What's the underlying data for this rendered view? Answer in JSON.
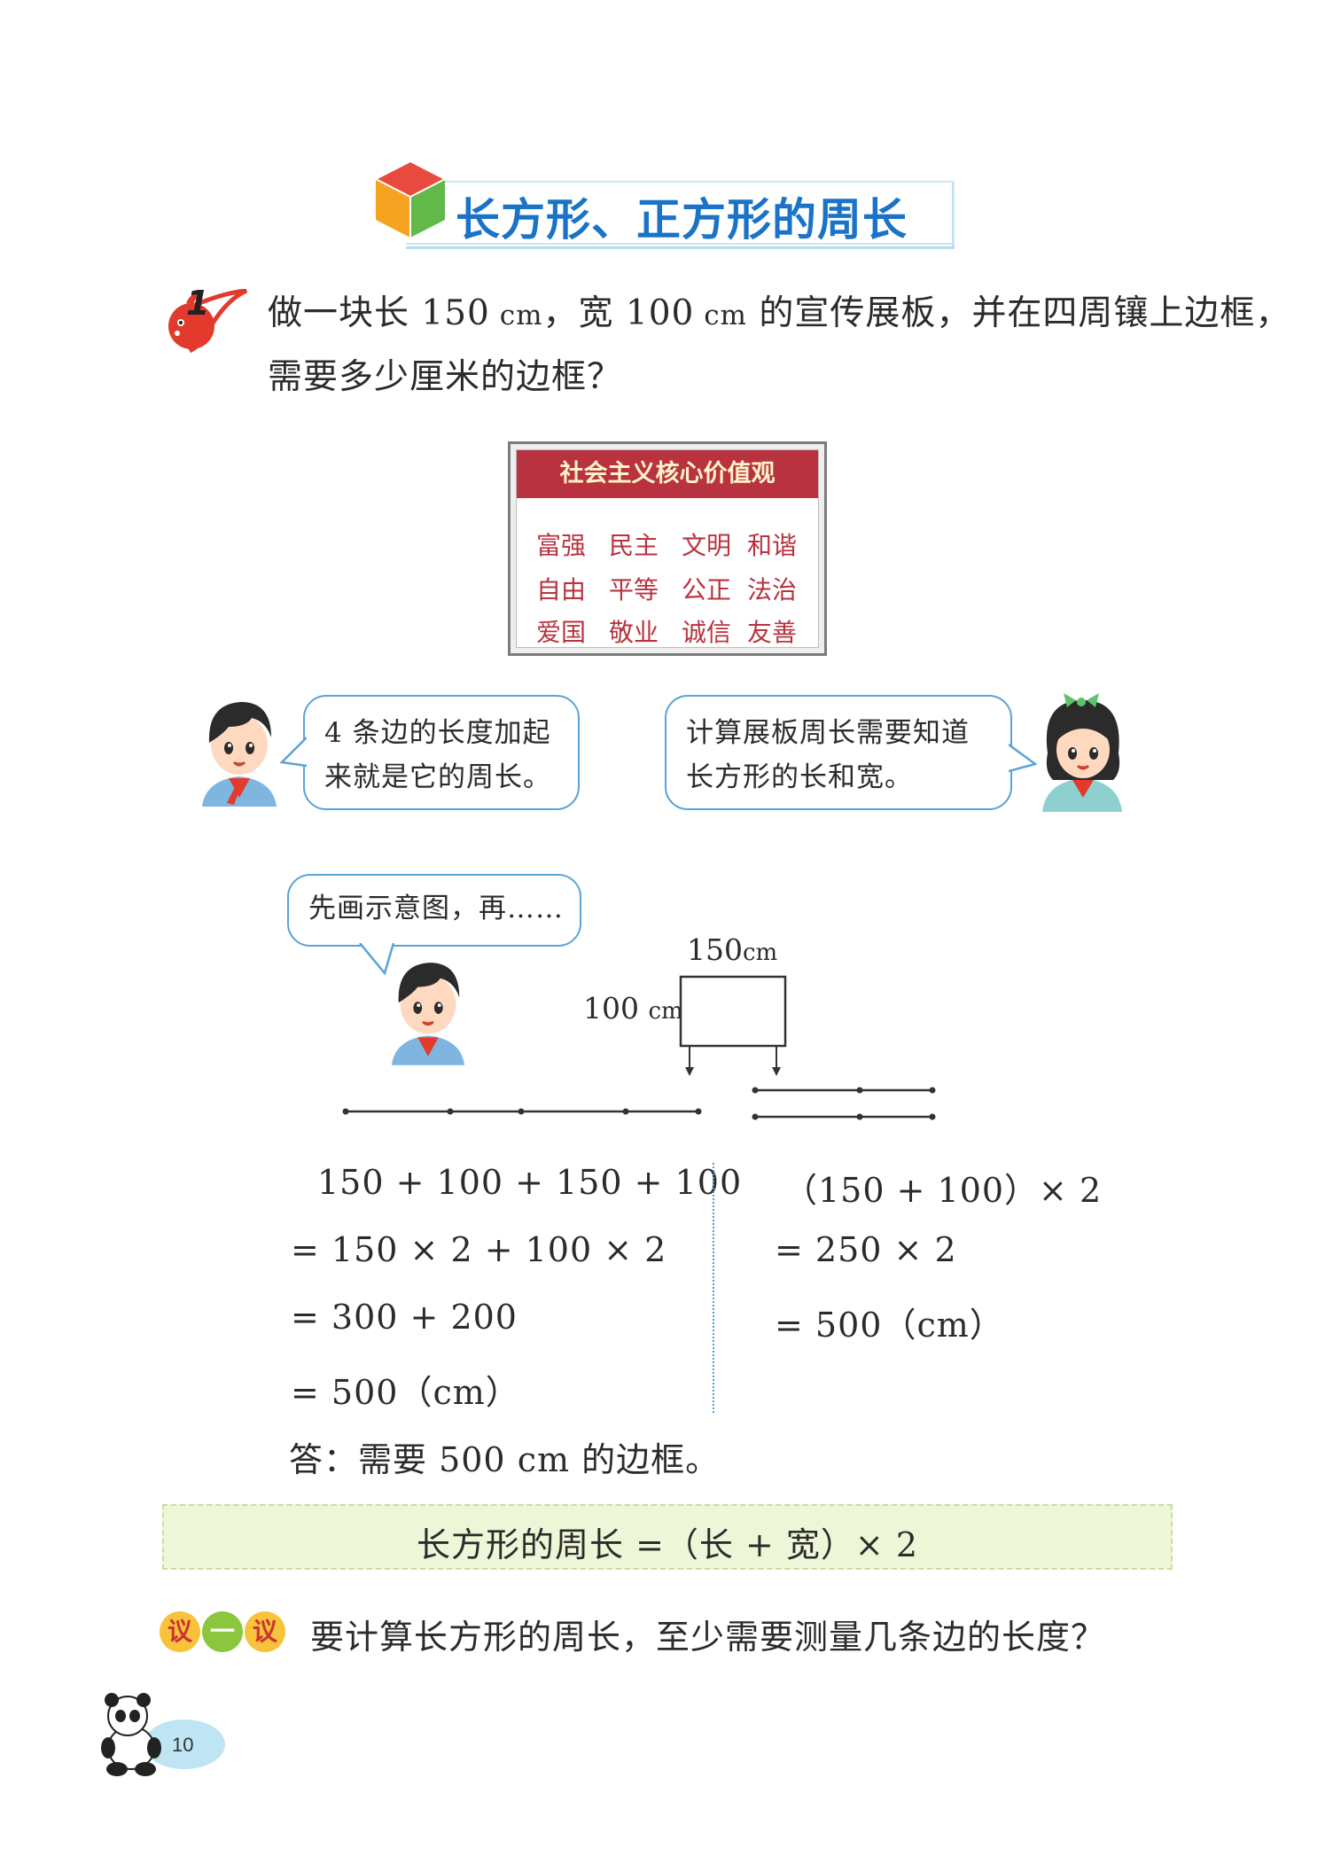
{
  "title": "长方形、正方形的周长",
  "problem": {
    "number": "1",
    "line1_parts": [
      "做一块长 ",
      "150",
      " cm",
      "，宽 ",
      "100",
      " cm",
      " 的宣传展板，并在四周镶上边框，"
    ],
    "line2": "需要多少厘米的边框？"
  },
  "board": {
    "header": "社会主义核心价值观",
    "rows": [
      [
        "富强",
        "民主",
        "文明",
        "和谐"
      ],
      [
        "自由",
        "平等",
        "公正",
        "法治"
      ],
      [
        "爱国",
        "敬业",
        "诚信",
        "友善"
      ]
    ]
  },
  "bubbles": {
    "boy_top": [
      "4 条边的长度加起",
      "来就是它的周长。"
    ],
    "girl": [
      "计算展板周长需要知道",
      "长方形的长和宽。"
    ],
    "boy_bottom": "先画示意图，再……"
  },
  "diagram": {
    "length_value": "150",
    "width_value": "100",
    "unit": "cm"
  },
  "method1": {
    "lines": [
      "150 + 100 + 150 + 100",
      "= 150 × 2 + 100 × 2",
      "= 300 + 200",
      "= 500（cm）"
    ]
  },
  "method2": {
    "lines": [
      "（150 + 100）× 2",
      "= 250 × 2",
      "= 500（cm）"
    ]
  },
  "answer": "答：需要 500 cm 的边框。",
  "formula": "长方形的周长 =（长 + 宽）× 2",
  "discuss": {
    "badge": [
      "议",
      "一",
      "议"
    ],
    "text": "要计算长方形的周长，至少需要测量几条边的长度？"
  },
  "page_number": "10",
  "colors": {
    "title_blue": "#1a73c7",
    "board_red": "#b8333f",
    "bubble_border": "#5aa3d6",
    "formula_bg": "#eef6d8"
  }
}
